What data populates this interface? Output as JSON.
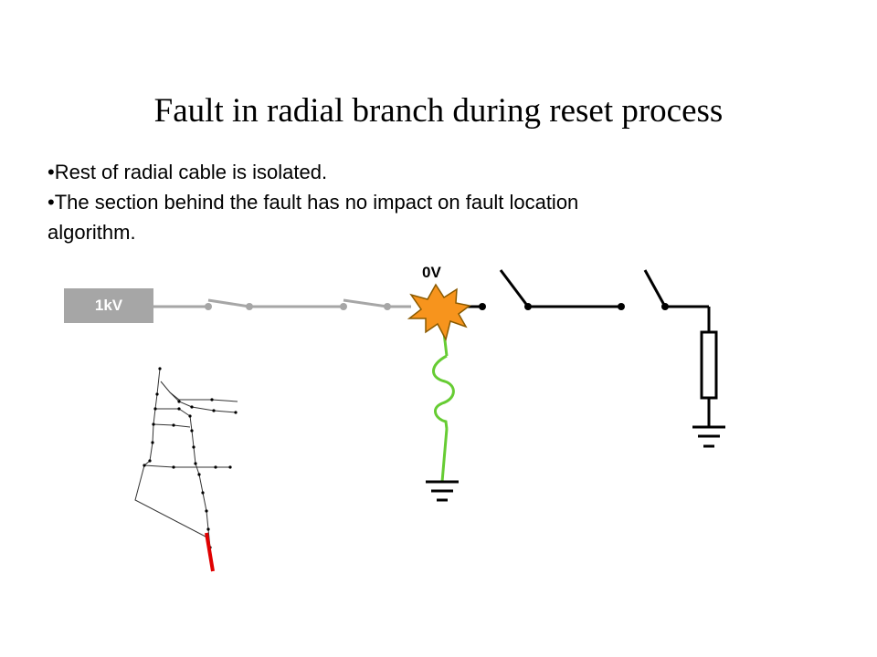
{
  "slide": {
    "title": "Fault in radial branch during reset process",
    "bullets": [
      "•Rest of radial cable is isolated.",
      "•The section behind the fault has no impact on fault location",
      "algorithm."
    ]
  },
  "circuit": {
    "source_label": "1kV",
    "fault_voltage_label": "0V",
    "colors": {
      "source_box": "#a6a6a6",
      "open_switch_grey": "#a6a6a6",
      "fault_fill": "#f7941d",
      "fault_path": "#66cc33",
      "network_fault_branch": "#e00000"
    },
    "icons": [
      "fault-burst-icon",
      "ground-symbol-icon",
      "resistor-icon",
      "inductor-coil-icon",
      "switch-icon"
    ]
  }
}
